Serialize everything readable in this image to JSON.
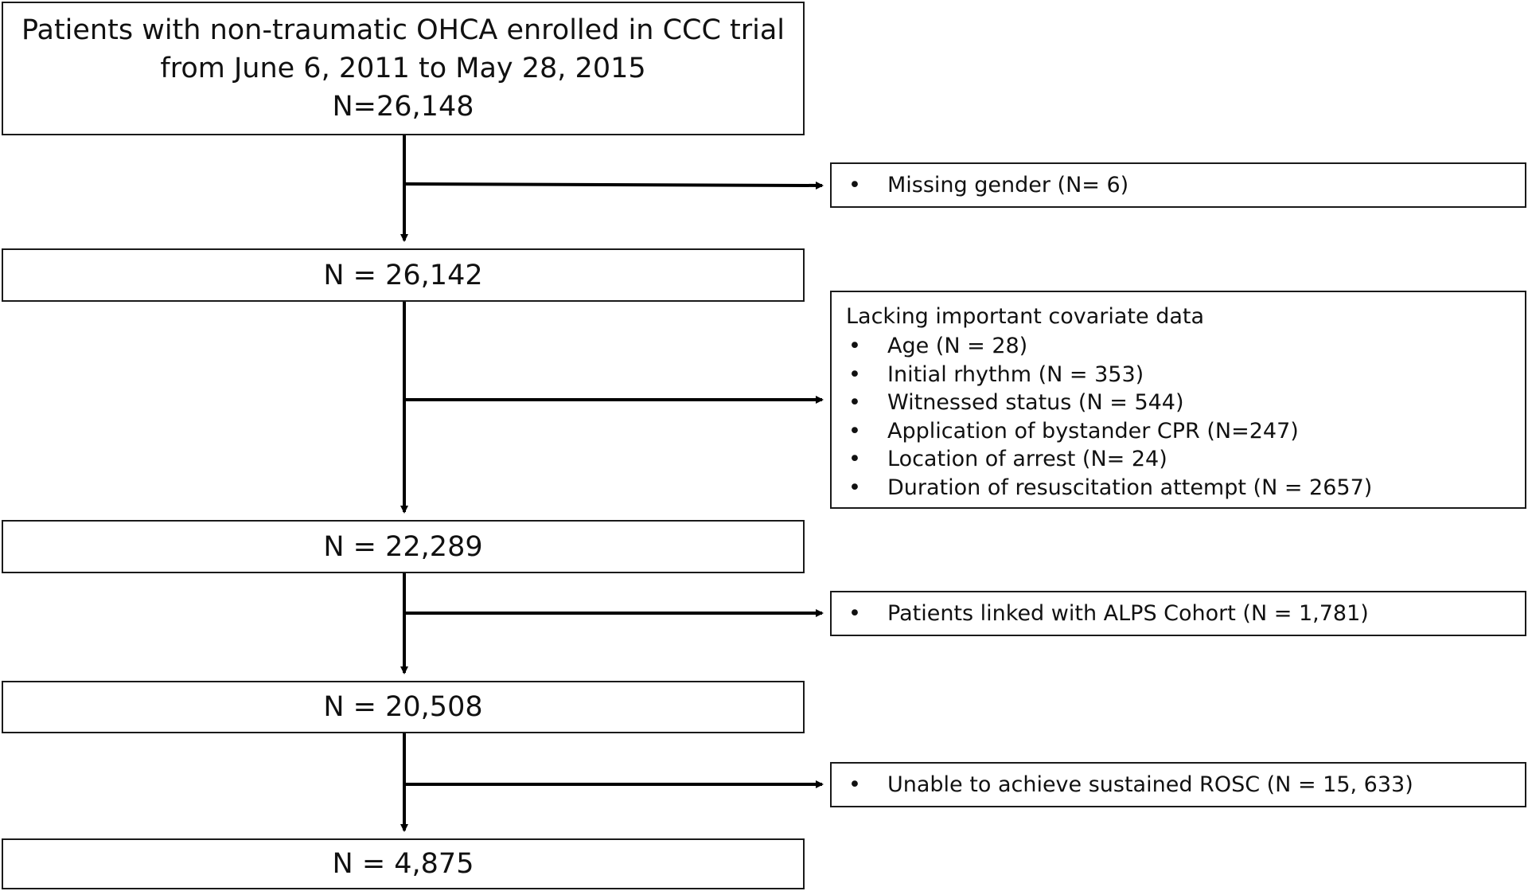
{
  "flow": {
    "start_box": {
      "line1": "Patients with non-traumatic OHCA enrolled in CCC trial",
      "line2": "from June 6, 2011 to May 28, 2015",
      "count": "N=26,148"
    },
    "step_boxes": [
      {
        "count": "N = 26,142"
      },
      {
        "count": "N = 22,289"
      },
      {
        "count": "N = 20,508"
      },
      {
        "count": "N = 4,875"
      }
    ],
    "exclusions": [
      {
        "heading": "",
        "items": [
          "Missing gender (N= 6)"
        ]
      },
      {
        "heading": "Lacking important covariate data",
        "items": [
          "Age (N = 28)",
          "Initial rhythm (N = 353)",
          "Witnessed status (N = 544)",
          "Application of bystander CPR (N=247)",
          "Location of arrest (N= 24)",
          "Duration of resuscitation attempt (N = 2657)"
        ]
      },
      {
        "heading": "",
        "items": [
          "Patients linked with ALPS Cohort (N = 1,781)"
        ]
      },
      {
        "heading": "",
        "items": [
          "Unable to achieve sustained ROSC (N = 15, 633)"
        ]
      }
    ],
    "bullet_symbol": "•"
  },
  "colors": {
    "line": "#000000",
    "border": "#1a1a1a",
    "text": "#111111",
    "background": "#ffffff"
  }
}
